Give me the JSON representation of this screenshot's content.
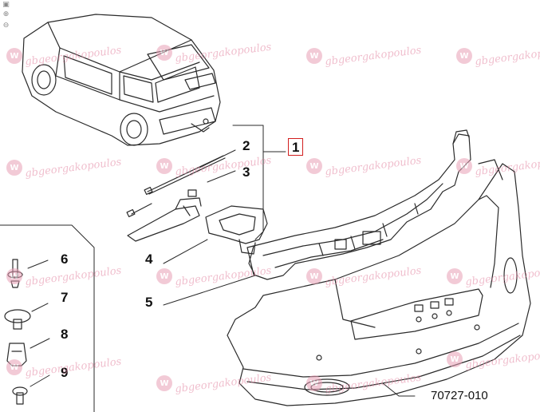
{
  "callouts": {
    "c1": "1",
    "c2": "2",
    "c3": "3",
    "c4": "4",
    "c5": "5",
    "c6": "6",
    "c7": "7",
    "c8": "8",
    "c9": "9"
  },
  "diagram_number": "70727-010",
  "watermark": {
    "text": "gbgeorgakopoulos",
    "logo": "wheel-logo",
    "color": "#e48aa5"
  },
  "icons": {
    "zoom_reset": "zoom-reset-icon",
    "zoom_in": "zoom-in-icon",
    "zoom_out": "zoom-out-icon"
  },
  "colors": {
    "line": "#2a2a2a",
    "highlight_box": "#d21f1f"
  }
}
